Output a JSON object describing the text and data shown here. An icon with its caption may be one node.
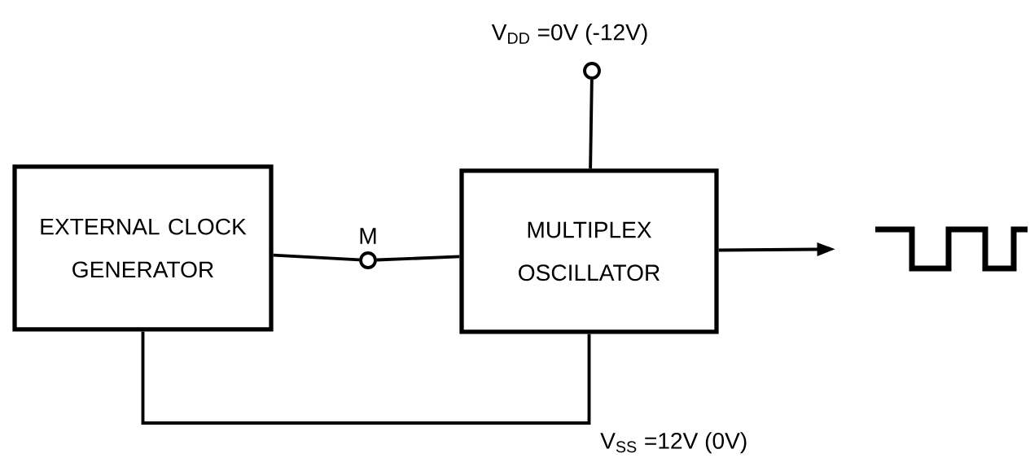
{
  "diagram": {
    "nodes": [
      {
        "text": [
          "EXTERNAL CLOCK GENERATOR"
        ]
      },
      {
        "text": [],
        "shape": "circle",
        "beside": [
          "M"
        ]
      },
      {
        "text": [
          "MULTIPLEX OSCILLATOR"
        ]
      },
      {
        "text": [],
        "shape": "circle",
        "beside": [
          "V$_{DD}$ =0V (-12V)"
        ]
      },
      {
        "text": [],
        "shape": "picture"
      }
    ],
    "edges": [
      {
        "from": 0,
        "to": 1,
        "arrow": "none"
      },
      {
        "from": 1,
        "to": 2,
        "arrow": "none"
      },
      {
        "from": 3,
        "to": 2,
        "arrow": "none"
      },
      {
        "from": 0,
        "to": 2,
        "arrow": "none",
        "label": "V$_{SS}$ =12V (0V)"
      },
      {
        "from": 2,
        "to": 4,
        "arrow": "to"
      }
    ]
  }
}
